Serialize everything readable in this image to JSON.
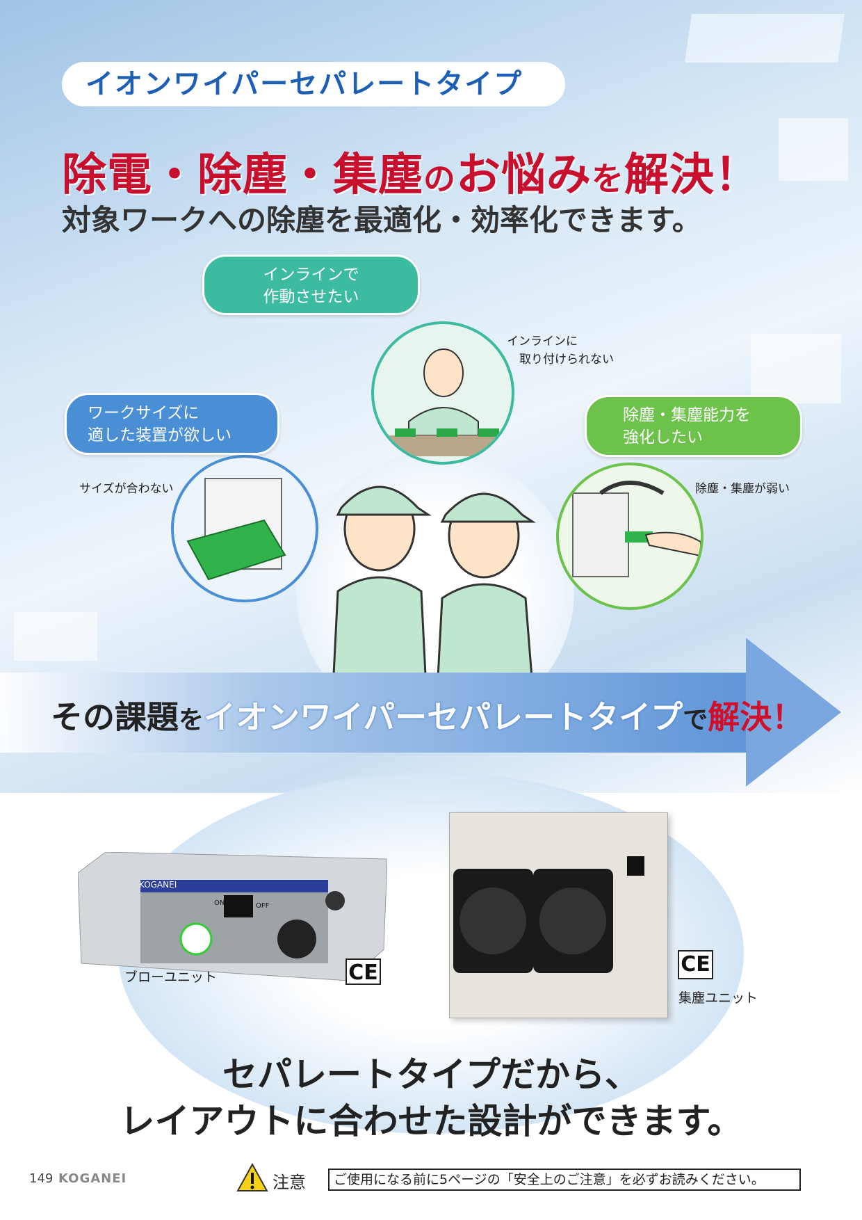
{
  "header": {
    "title": "イオンワイパーセパレートタイプ"
  },
  "headline": {
    "part1": "除電・除塵・集塵",
    "part2": "の",
    "part3": "お悩み",
    "part4": "を",
    "part5": "解決！"
  },
  "subheadline": "対象ワークへの除塵を最適化・効率化できます。",
  "bubbles": [
    {
      "line1": "インラインで",
      "line2": "作動させたい",
      "color": "#3dbba0"
    },
    {
      "line1": "ワークサイズに",
      "line2": "適した装置が欲しい",
      "color": "#4a8fd6"
    },
    {
      "line1": "除塵・集塵能力を",
      "line2": "強化したい",
      "color": "#6cc24a"
    }
  ],
  "captions": {
    "inline_line1": "インラインに",
    "inline_line2": "取り付けられない",
    "size": "サイズが合わない",
    "weak": "除塵・集塵が弱い"
  },
  "arrow": {
    "part1": "その",
    "part2": "課題",
    "part3": "を",
    "part4": "イオンワイパーセパレートタイプ",
    "part5": "で",
    "part6": "解決！"
  },
  "products": [
    {
      "label": "ブローユニット",
      "mark": "CE",
      "brand": "KOGANEI",
      "switch_on": "ON",
      "switch_off": "OFF"
    },
    {
      "label": "集塵ユニット",
      "mark": "CE"
    }
  ],
  "conclusion": {
    "line1": "セパレートタイプだから、",
    "line2": "レイアウトに合わせた設計ができます。"
  },
  "footer": {
    "page": "149",
    "brand": "KOGANEI",
    "caution_label": "注意",
    "caution_text": "ご使用になる前に5ページの「安全上のご注意」を必ずお読みください。"
  }
}
